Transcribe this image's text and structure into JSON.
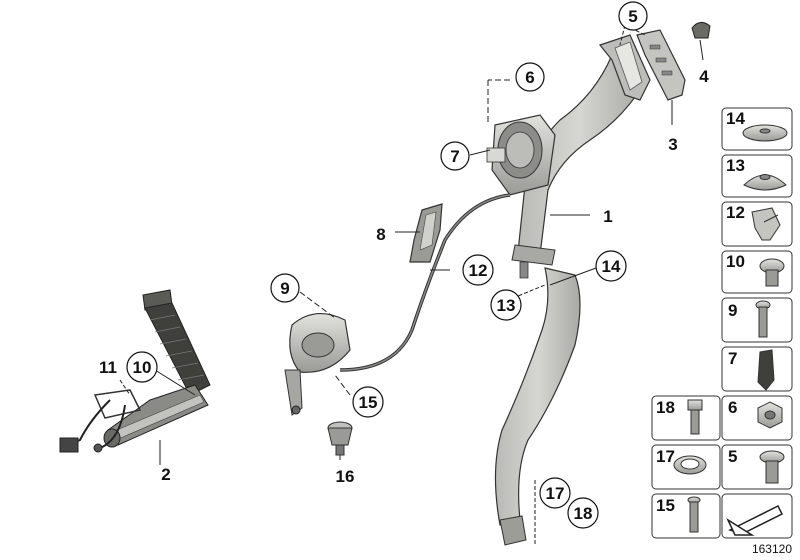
{
  "callouts": [
    "1",
    "2",
    "3",
    "4",
    "5",
    "6",
    "7",
    "8",
    "9",
    "10",
    "11",
    "12",
    "13",
    "14",
    "15",
    "16",
    "17",
    "18"
  ],
  "legend": {
    "tiles": [
      {
        "label": "14"
      },
      {
        "label": "13"
      },
      {
        "label": "12"
      },
      {
        "label": "10"
      },
      {
        "label": "9"
      },
      {
        "label": "7"
      },
      {
        "label": "18"
      },
      {
        "label": "6"
      },
      {
        "label": "17"
      },
      {
        "label": "5"
      },
      {
        "label": "15"
      }
    ]
  },
  "diagram_number": "163120",
  "colors": {
    "part_fill": "#c8c8c4",
    "part_dark": "#7a7a76",
    "stroke": "#222222",
    "line": "#333333"
  }
}
